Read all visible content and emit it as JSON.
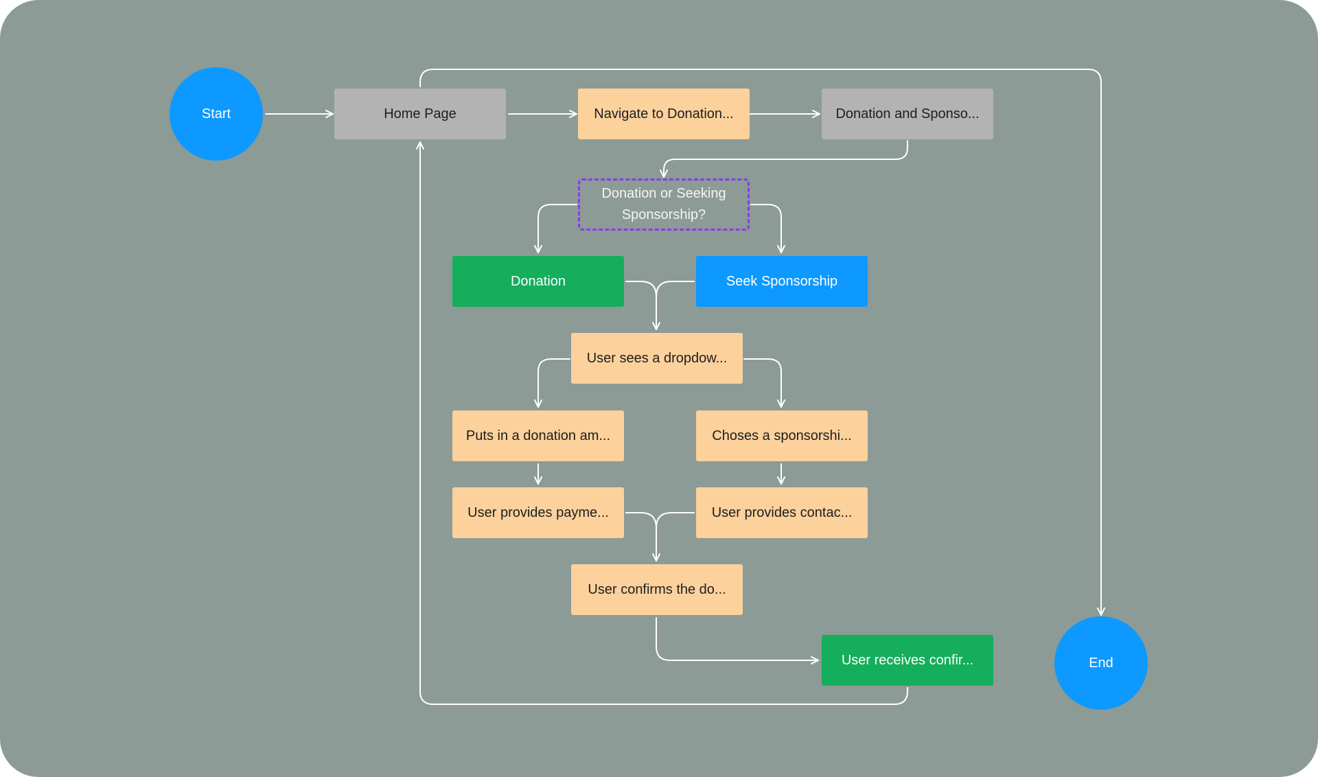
{
  "diagram": {
    "nodes": {
      "start": {
        "label": "Start"
      },
      "home": {
        "label": "Home Page"
      },
      "navigate": {
        "label": "Navigate to Donation..."
      },
      "donation_sponsor_page": {
        "label": "Donation and Sponso..."
      },
      "decision": {
        "label": "Donation or Seeking Sponsorship?"
      },
      "donation": {
        "label": "Donation"
      },
      "seek": {
        "label": "Seek Sponsorship"
      },
      "dropdown": {
        "label": "User sees a dropdow..."
      },
      "amount": {
        "label": "Puts in a donation am..."
      },
      "choose": {
        "label": "Choses a sponsorshi..."
      },
      "payment": {
        "label": "User provides payme..."
      },
      "contact": {
        "label": "User provides contac..."
      },
      "confirm": {
        "label": "User confirms the do..."
      },
      "receive": {
        "label": "User receives confir..."
      },
      "end": {
        "label": "End"
      }
    },
    "colors": {
      "background": "#8c9b96",
      "connector": "#ffffff",
      "gray": "#b3b3b3",
      "peach": "#fcd19c",
      "green": "#14ae5c",
      "blue": "#0d99ff",
      "decision_border": "#8a38f5"
    }
  }
}
